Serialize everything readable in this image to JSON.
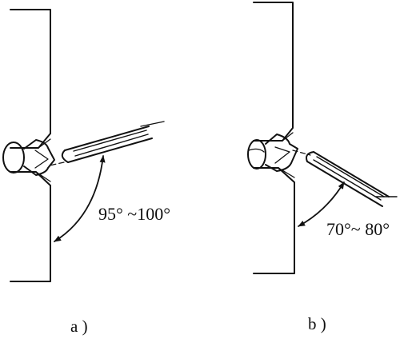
{
  "colors": {
    "line": "#111111",
    "background": "#ffffff"
  },
  "panels": [
    {
      "caption": "a )",
      "angle_label": "95° ~100°",
      "angle_range_degrees": [
        95,
        100
      ]
    },
    {
      "caption": "b )",
      "angle_label": "70°~ 80°",
      "angle_range_degrees": [
        70,
        80
      ]
    }
  ]
}
